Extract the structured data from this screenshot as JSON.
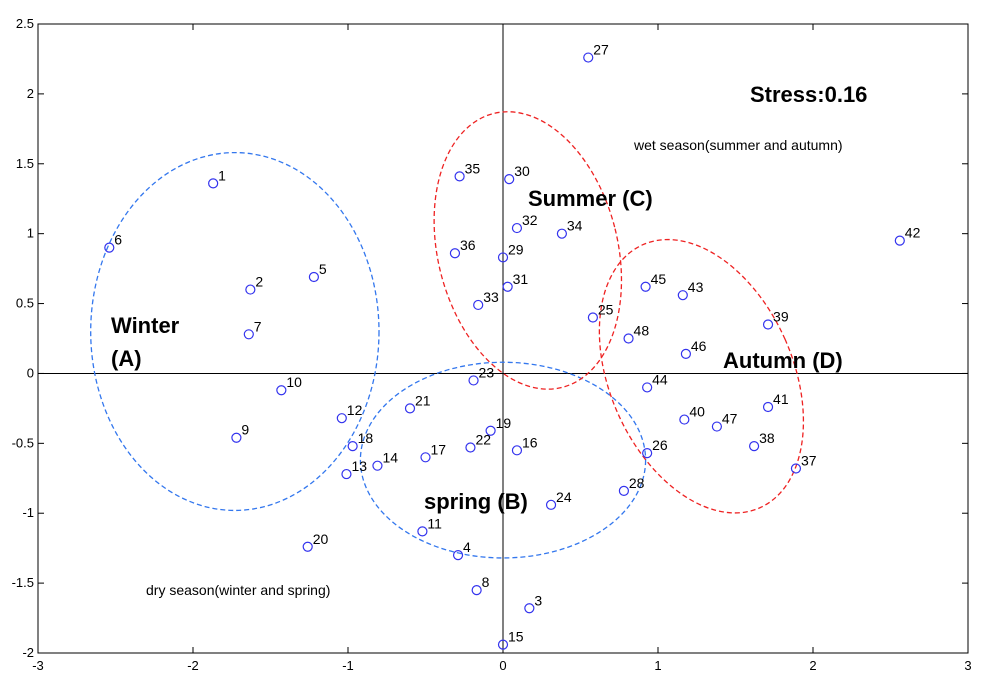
{
  "chart_data": {
    "type": "scatter",
    "xlim": [
      -3,
      3
    ],
    "ylim": [
      -2,
      2.5
    ],
    "xticks": [
      "-3",
      "-2",
      "-1",
      "0",
      "1",
      "2",
      "3"
    ],
    "yticks": [
      "-2",
      "-1.5",
      "-1",
      "-0.5",
      "0",
      "0.5",
      "1",
      "1.5",
      "2",
      "2.5"
    ],
    "grid": false,
    "marker_color": "#3333ee",
    "points": [
      {
        "label": "1",
        "x": -1.87,
        "y": 1.36
      },
      {
        "label": "2",
        "x": -1.63,
        "y": 0.6
      },
      {
        "label": "3",
        "x": 0.17,
        "y": -1.68
      },
      {
        "label": "4",
        "x": -0.29,
        "y": -1.3
      },
      {
        "label": "5",
        "x": -1.22,
        "y": 0.69
      },
      {
        "label": "6",
        "x": -2.54,
        "y": 0.9
      },
      {
        "label": "7",
        "x": -1.64,
        "y": 0.28
      },
      {
        "label": "8",
        "x": -0.17,
        "y": -1.55
      },
      {
        "label": "9",
        "x": -1.72,
        "y": -0.46
      },
      {
        "label": "10",
        "x": -1.43,
        "y": -0.12
      },
      {
        "label": "11",
        "x": -0.52,
        "y": -1.13
      },
      {
        "label": "12",
        "x": -1.04,
        "y": -0.32
      },
      {
        "label": "13",
        "x": -1.01,
        "y": -0.72
      },
      {
        "label": "14",
        "x": -0.81,
        "y": -0.66
      },
      {
        "label": "15",
        "x": 0.0,
        "y": -1.94
      },
      {
        "label": "16",
        "x": 0.09,
        "y": -0.55
      },
      {
        "label": "17",
        "x": -0.5,
        "y": -0.6
      },
      {
        "label": "18",
        "x": -0.97,
        "y": -0.52
      },
      {
        "label": "19",
        "x": -0.08,
        "y": -0.41
      },
      {
        "label": "20",
        "x": -1.26,
        "y": -1.24
      },
      {
        "label": "21",
        "x": -0.6,
        "y": -0.25
      },
      {
        "label": "22",
        "x": -0.21,
        "y": -0.53
      },
      {
        "label": "23",
        "x": -0.19,
        "y": -0.05
      },
      {
        "label": "24",
        "x": 0.31,
        "y": -0.94
      },
      {
        "label": "25",
        "x": 0.58,
        "y": 0.4
      },
      {
        "label": "26",
        "x": 0.93,
        "y": -0.57
      },
      {
        "label": "27",
        "x": 0.55,
        "y": 2.26
      },
      {
        "label": "28",
        "x": 0.78,
        "y": -0.84
      },
      {
        "label": "29",
        "x": 0.0,
        "y": 0.83
      },
      {
        "label": "30",
        "x": 0.04,
        "y": 1.39
      },
      {
        "label": "31",
        "x": 0.03,
        "y": 0.62
      },
      {
        "label": "32",
        "x": 0.09,
        "y": 1.04
      },
      {
        "label": "33",
        "x": -0.16,
        "y": 0.49
      },
      {
        "label": "34",
        "x": 0.38,
        "y": 1.0
      },
      {
        "label": "35",
        "x": -0.28,
        "y": 1.41
      },
      {
        "label": "36",
        "x": -0.31,
        "y": 0.86
      },
      {
        "label": "37",
        "x": 1.89,
        "y": -0.68
      },
      {
        "label": "38",
        "x": 1.62,
        "y": -0.52
      },
      {
        "label": "39",
        "x": 1.71,
        "y": 0.35
      },
      {
        "label": "40",
        "x": 1.17,
        "y": -0.33
      },
      {
        "label": "41",
        "x": 1.71,
        "y": -0.24
      },
      {
        "label": "42",
        "x": 2.56,
        "y": 0.95
      },
      {
        "label": "43",
        "x": 1.16,
        "y": 0.56
      },
      {
        "label": "44",
        "x": 0.93,
        "y": -0.1
      },
      {
        "label": "45",
        "x": 0.92,
        "y": 0.62
      },
      {
        "label": "46",
        "x": 1.18,
        "y": 0.14
      },
      {
        "label": "47",
        "x": 1.38,
        "y": -0.38
      },
      {
        "label": "48",
        "x": 0.81,
        "y": 0.25
      }
    ],
    "groups": [
      {
        "name": "Winter\n(A)",
        "lines": [
          "Winter",
          "(A)"
        ],
        "color": "#3377ee",
        "cx": -1.73,
        "cy": 0.3,
        "rx": 0.93,
        "ry": 1.28,
        "angle": 0
      },
      {
        "name": "spring (B)",
        "lines": [
          "spring (B)"
        ],
        "color": "#3377ee",
        "cx": 0.0,
        "cy": -0.62,
        "rx": 0.92,
        "ry": 0.7,
        "angle": 0
      },
      {
        "name": "Summer (C)",
        "lines": [
          "Summer (C)"
        ],
        "color": "#ee2222",
        "cx": 0.16,
        "cy": 0.88,
        "rx": 0.58,
        "ry": 1.01,
        "angle": -14
      },
      {
        "name": "Autumn (D)",
        "lines": [
          "Autumn (D)"
        ],
        "color": "#ee2222",
        "cx": 1.28,
        "cy": -0.02,
        "rx": 0.59,
        "ry": 1.03,
        "angle": -24
      }
    ],
    "annotations": {
      "stress": "Stress:0.16",
      "wet": "wet season(summer and autumn)",
      "dry": "dry season(winter and spring)"
    }
  }
}
